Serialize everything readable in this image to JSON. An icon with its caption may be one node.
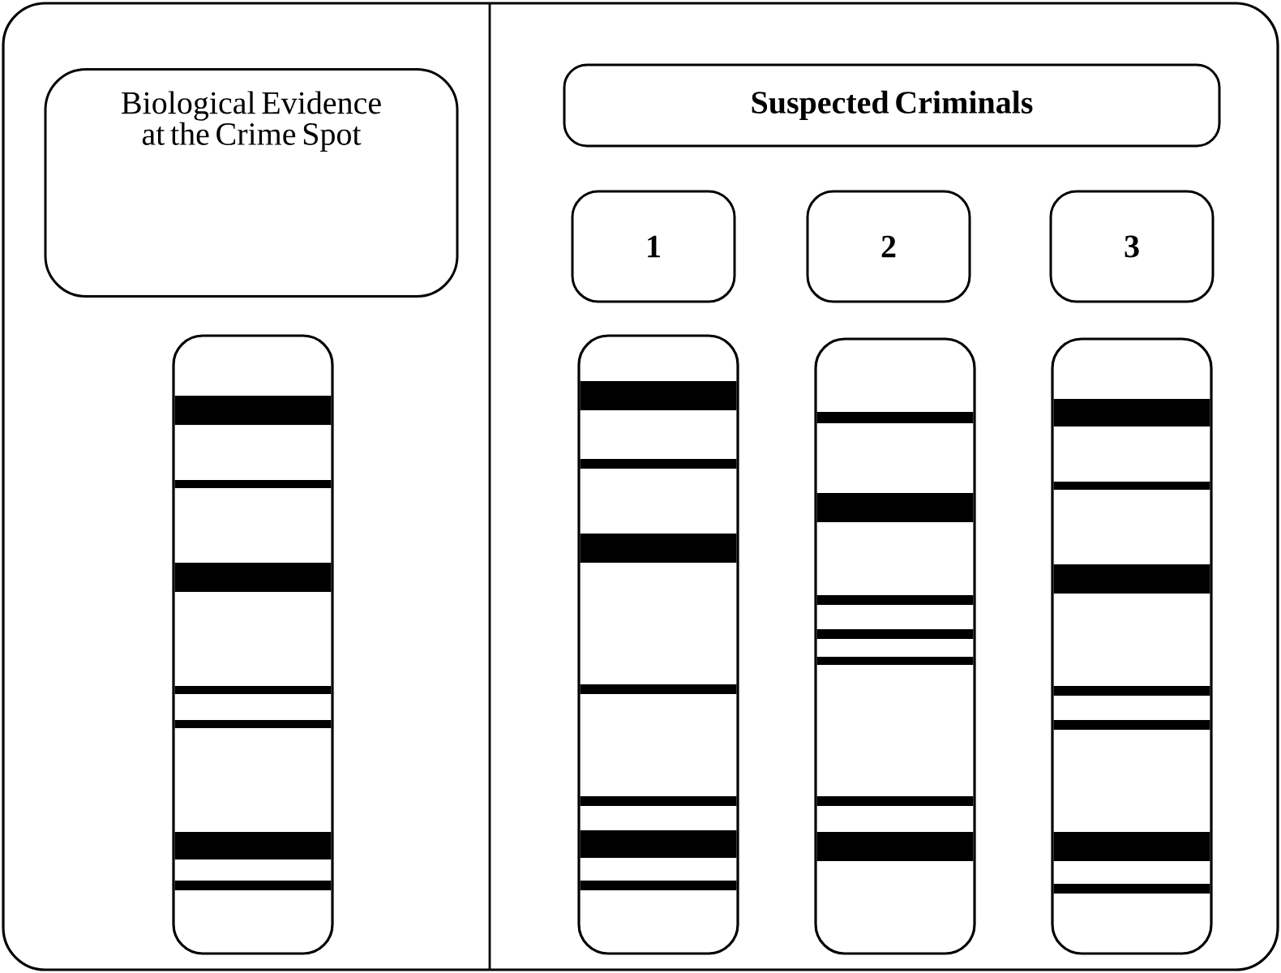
{
  "diagram": {
    "nodes": [
      {
        "text": [
          "Biological Evidence at the Crime Spot"
        ]
      },
      {
        "text": [
          "Suspected Criminals"
        ]
      },
      {
        "text": [
          "1"
        ]
      },
      {
        "text": [
          "2"
        ]
      },
      {
        "text": [
          "3"
        ]
      },
      {
        "text": [],
        "shape": "box"
      },
      {
        "text": [],
        "shape": "box"
      },
      {
        "text": [],
        "shape": "box"
      },
      {
        "text": [],
        "shape": "box"
      }
    ]
  }
}
